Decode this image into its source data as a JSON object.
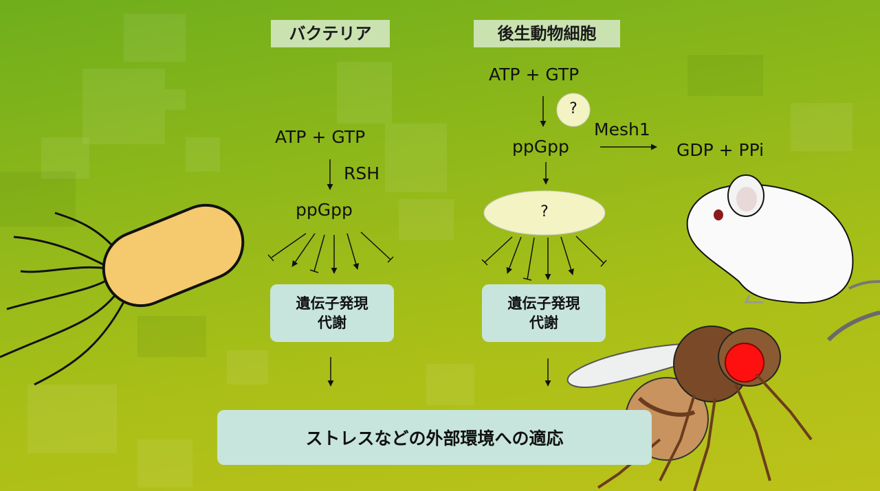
{
  "bacteria": {
    "title": "バクテリア",
    "substrate": "ATP + GTP",
    "enzyme": "RSH",
    "product": "ppGpp",
    "effect_line1": "遺伝子発現",
    "effect_line2": "代謝"
  },
  "metazoa": {
    "title": "後生動物細胞",
    "substrate": "ATP + GTP",
    "synthase_unknown": "?",
    "product": "ppGpp",
    "hydrolase": "Mesh1",
    "hydrolysis_products": "GDP + PPi",
    "target_unknown": "?",
    "effect_line1": "遺伝子発現",
    "effect_line2": "代謝"
  },
  "outcome": "ストレスなどの外部環境への適応",
  "colors": {
    "header_bg": "#c9e2b0",
    "box_bg": "#c7e5dc",
    "question_bg": "#f4f3c4",
    "bacterium_body": "#f5c96d"
  },
  "illustrations": [
    "bacterium-illustration",
    "mouse-illustration",
    "fruit-fly-illustration"
  ]
}
